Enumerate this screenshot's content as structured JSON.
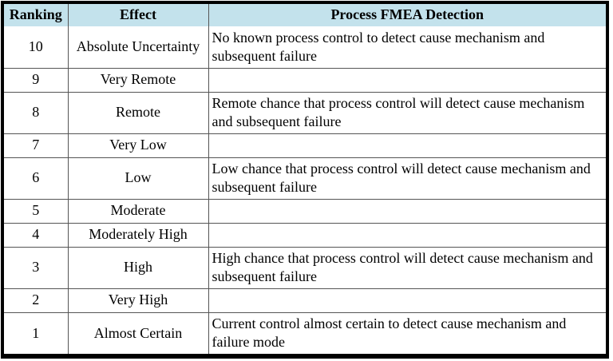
{
  "table": {
    "columns": [
      {
        "key": "ranking",
        "label": "Ranking"
      },
      {
        "key": "effect",
        "label": "Effect"
      },
      {
        "key": "detection",
        "label": "Process FMEA Detection"
      }
    ],
    "rows": [
      {
        "ranking": "10",
        "effect": "Absolute Uncertainty",
        "detection": "No known process control to detect cause mechanism and\nsubsequent failure"
      },
      {
        "ranking": "9",
        "effect": "Very Remote",
        "detection": ""
      },
      {
        "ranking": "8",
        "effect": "Remote",
        "detection": "Remote chance that process control will detect cause mechanism\nand subsequent failure"
      },
      {
        "ranking": "7",
        "effect": "Very Low",
        "detection": ""
      },
      {
        "ranking": "6",
        "effect": "Low",
        "detection": "Low chance that process control will detect cause mechanism and\nsubsequent failure"
      },
      {
        "ranking": "5",
        "effect": "Moderate",
        "detection": ""
      },
      {
        "ranking": "4",
        "effect": "Moderately High",
        "detection": ""
      },
      {
        "ranking": "3",
        "effect": "High",
        "detection": "High chance that process control will detect cause mechanism and\nsubsequent failure"
      },
      {
        "ranking": "2",
        "effect": "Very High",
        "detection": ""
      },
      {
        "ranking": "1",
        "effect": "Almost Certain",
        "detection": "Current control almost certain to detect cause mechanism and\nfailure mode"
      }
    ]
  },
  "colors": {
    "header_bg": "#c3e2ec",
    "grid_line": "#555555",
    "outer_border": "#000000",
    "text": "#000000"
  }
}
